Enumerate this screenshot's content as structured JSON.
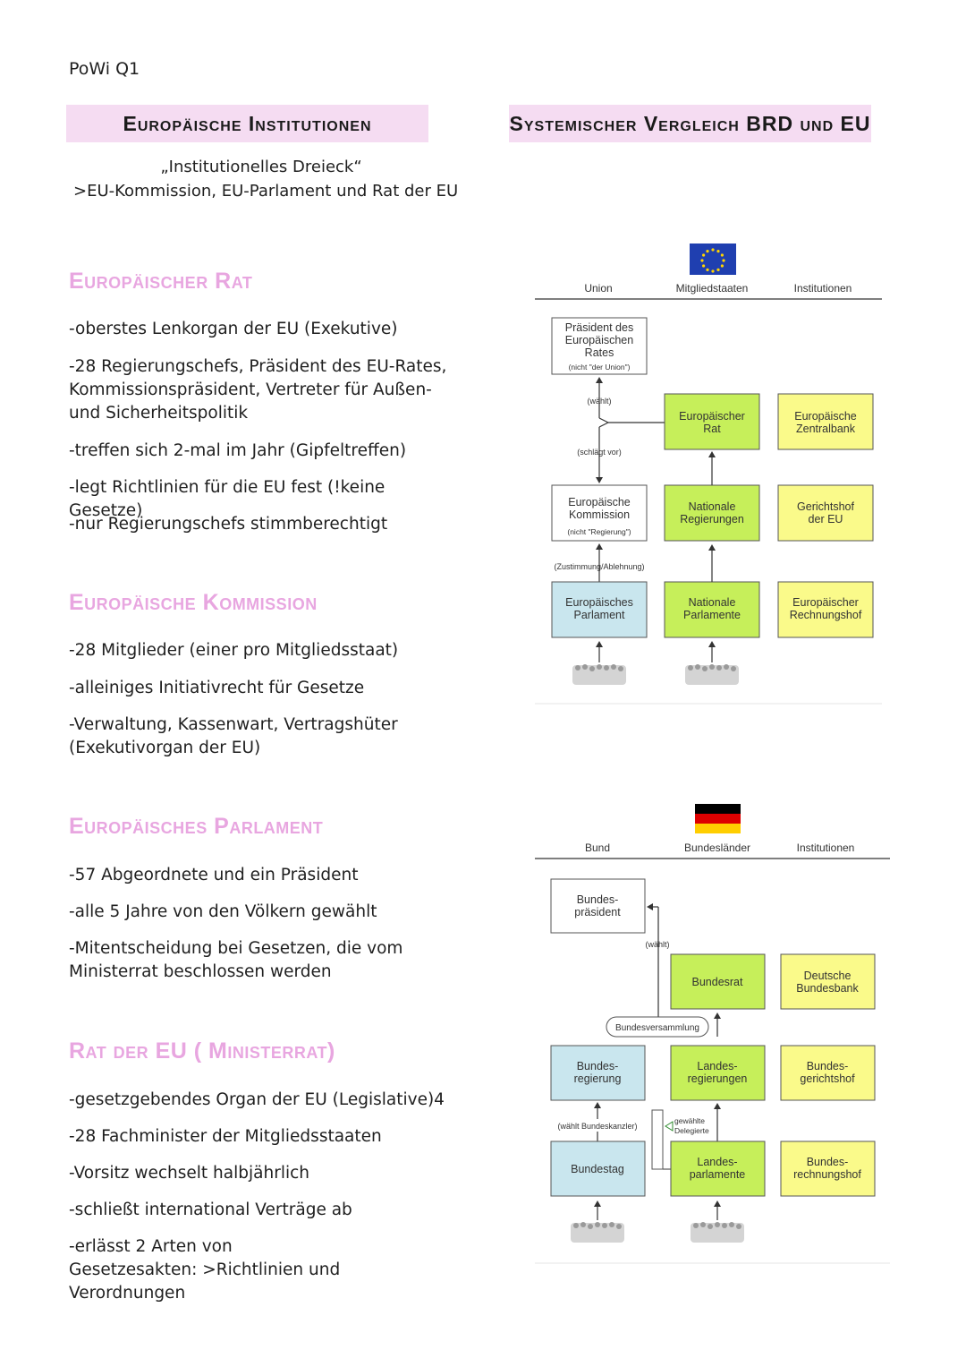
{
  "course": "PoWi Q1",
  "left_title": "Europäische Institutionen",
  "right_title": "Systemischer Vergleich BRD und EU",
  "intro": {
    "line1": "„Institutionelles Dreieck“",
    "line2": ">EU-Kommission, EU-Parlament und Rat der EU"
  },
  "sections": {
    "rat": {
      "title": "Europäischer Rat",
      "bullets": [
        "-oberstes Lenkorgan der EU (Exekutive)",
        "-28 Regierungschefs, Präsident des EU-Rates, Kommissionspräsident, Vertreter für Außen- und Sicherheitspolitik",
        "-treffen sich 2-mal im Jahr (Gipfeltreffen)",
        "-legt Richtlinien für die EU fest (!keine Gesetze)",
        "-nur Regierungschefs stimmberechtigt"
      ]
    },
    "kommission": {
      "title": "Europäische Kommission",
      "bullets": [
        "-28 Mitglieder (einer pro Mitgliedsstaat)",
        "-alleiniges Initiativrecht für Gesetze",
        "-Verwaltung, Kassenwart, Vertragshüter (Exekutivorgan der EU)"
      ]
    },
    "parlament": {
      "title": "Europäisches Parlament",
      "bullets": [
        "-57 Abgeordnete und ein Präsident",
        "-alle 5 Jahre von den Völkern gewählt",
        "-Mitentscheidung bei Gesetzen, die vom Ministerrat beschlossen werden"
      ]
    },
    "ministerrat": {
      "title": "Rat der EU ( Ministerrat)",
      "bullets": [
        "-gesetzgebendes Organ der EU (Legislative)4",
        "-28 Fachminister der Mitgliedsstaaten",
        "-Vorsitz wechselt halbjährlich",
        "-schließt international Verträge ab",
        "-erlässt 2 Arten von Gesetzesakten: >Richtlinien und Verordnungen"
      ]
    }
  },
  "eu_diagram": {
    "columns": [
      "Union",
      "Mitgliedstaaten",
      "Institutionen"
    ],
    "praesident": {
      "l1": "Präsident des",
      "l2": "Europäischen",
      "l3": "Rates",
      "note": "(nicht \"der Union\")"
    },
    "waehlt": "(wählt)",
    "schlaegt_vor": "(schlägt vor)",
    "rat": {
      "l1": "Europäischer",
      "l2": "Rat"
    },
    "ezb": {
      "l1": "Europäische",
      "l2": "Zentralbank"
    },
    "kommission": {
      "l1": "Europäische",
      "l2": "Kommission",
      "note": "(nicht \"Regierung\")"
    },
    "nat_reg": {
      "l1": "Nationale",
      "l2": "Regierungen"
    },
    "eugh": {
      "l1": "Gerichtshof",
      "l2": "der EU"
    },
    "zustimmung": "(Zustimmung/Ablehnung)",
    "parlament": {
      "l1": "Europäisches",
      "l2": "Parlament"
    },
    "nat_parl": {
      "l1": "Nationale",
      "l2": "Parlamente"
    },
    "rechnungshof": {
      "l1": "Europäischer",
      "l2": "Rechnungshof"
    }
  },
  "de_diagram": {
    "columns": [
      "Bund",
      "Bundesländer",
      "Institutionen"
    ],
    "bpraes": {
      "l1": "Bundes-",
      "l2": "präsident"
    },
    "waehlt": "(wählt)",
    "bundesrat": "Bundesrat",
    "bundesbank": {
      "l1": "Deutsche",
      "l2": "Bundesbank"
    },
    "bversammlung": "Bundesversammlung",
    "breg": {
      "l1": "Bundes-",
      "l2": "regierung"
    },
    "lreg": {
      "l1": "Landes-",
      "l2": "regierungen"
    },
    "bgericht": {
      "l1": "Bundes-",
      "l2": "gerichtshof"
    },
    "waehlt_kanzler": "(wählt Bundeskanzler)",
    "delegierte": {
      "l1": "gewählte",
      "l2": "Delegierte"
    },
    "bundestag": "Bundestag",
    "lparl": {
      "l1": "Landes-",
      "l2": "parlamente"
    },
    "brechnung": {
      "l1": "Bundes-",
      "l2": "rechnungshof"
    }
  },
  "colors": {
    "heading_bg": "#f5dcf2",
    "section_title": "#e8a6e0",
    "green_box": "#c6ef5a",
    "yellow_box": "#fafa8a",
    "blue_box": "#c9e6ee"
  }
}
